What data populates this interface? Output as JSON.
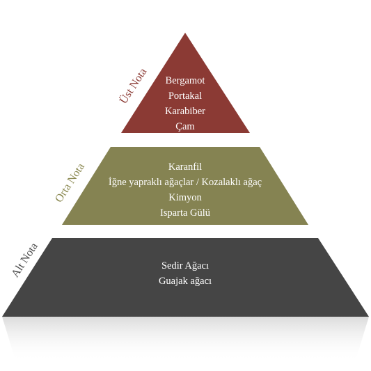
{
  "colors": {
    "top": "#8b3a34",
    "middle": "#858352",
    "bottom": "#454545",
    "top_label": "#8b3a34",
    "middle_label": "#8a8850",
    "bottom_label": "#454545"
  },
  "tiers": {
    "top": {
      "label": "Üst Nota",
      "items": [
        "Bergamot",
        "Portakal",
        "Karabiber",
        "Çam"
      ]
    },
    "middle": {
      "label": "Orta Nota",
      "items": [
        "Karanfil",
        "İğne yapraklı ağaçlar / Kozalaklı ağaç",
        "Kimyon",
        "Isparta Gülü"
      ]
    },
    "bottom": {
      "label": "Alt Nota",
      "items": [
        "Sedir Ağacı",
        "Guajak ağacı"
      ]
    }
  }
}
